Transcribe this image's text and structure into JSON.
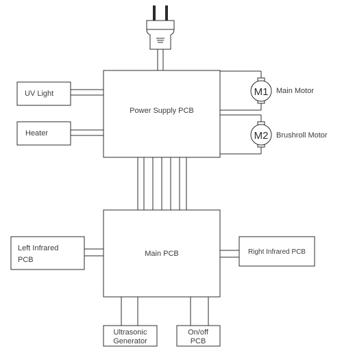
{
  "diagram": {
    "power_supply_pcb": "Power Supply PCB",
    "main_pcb": "Main PCB",
    "uv_light": "UV Light",
    "heater": "Heater",
    "main_motor": {
      "tag": "M1",
      "label": "Main Motor"
    },
    "brushroll_motor": {
      "tag": "M2",
      "label": "Brushroll Motor"
    },
    "left_infrared_pcb": {
      "line1": "Left Infrared",
      "line2": "PCB"
    },
    "right_infrared_pcb": "Right Infrared  PCB",
    "ultrasonic_generator": {
      "line1": "Ultrasonic",
      "line2": "Generator"
    },
    "onoff_pcb": {
      "line1": "On/off",
      "line2": "PCB"
    },
    "plug_icon": "power-plug-icon",
    "motor_icon": "motor-icon"
  }
}
